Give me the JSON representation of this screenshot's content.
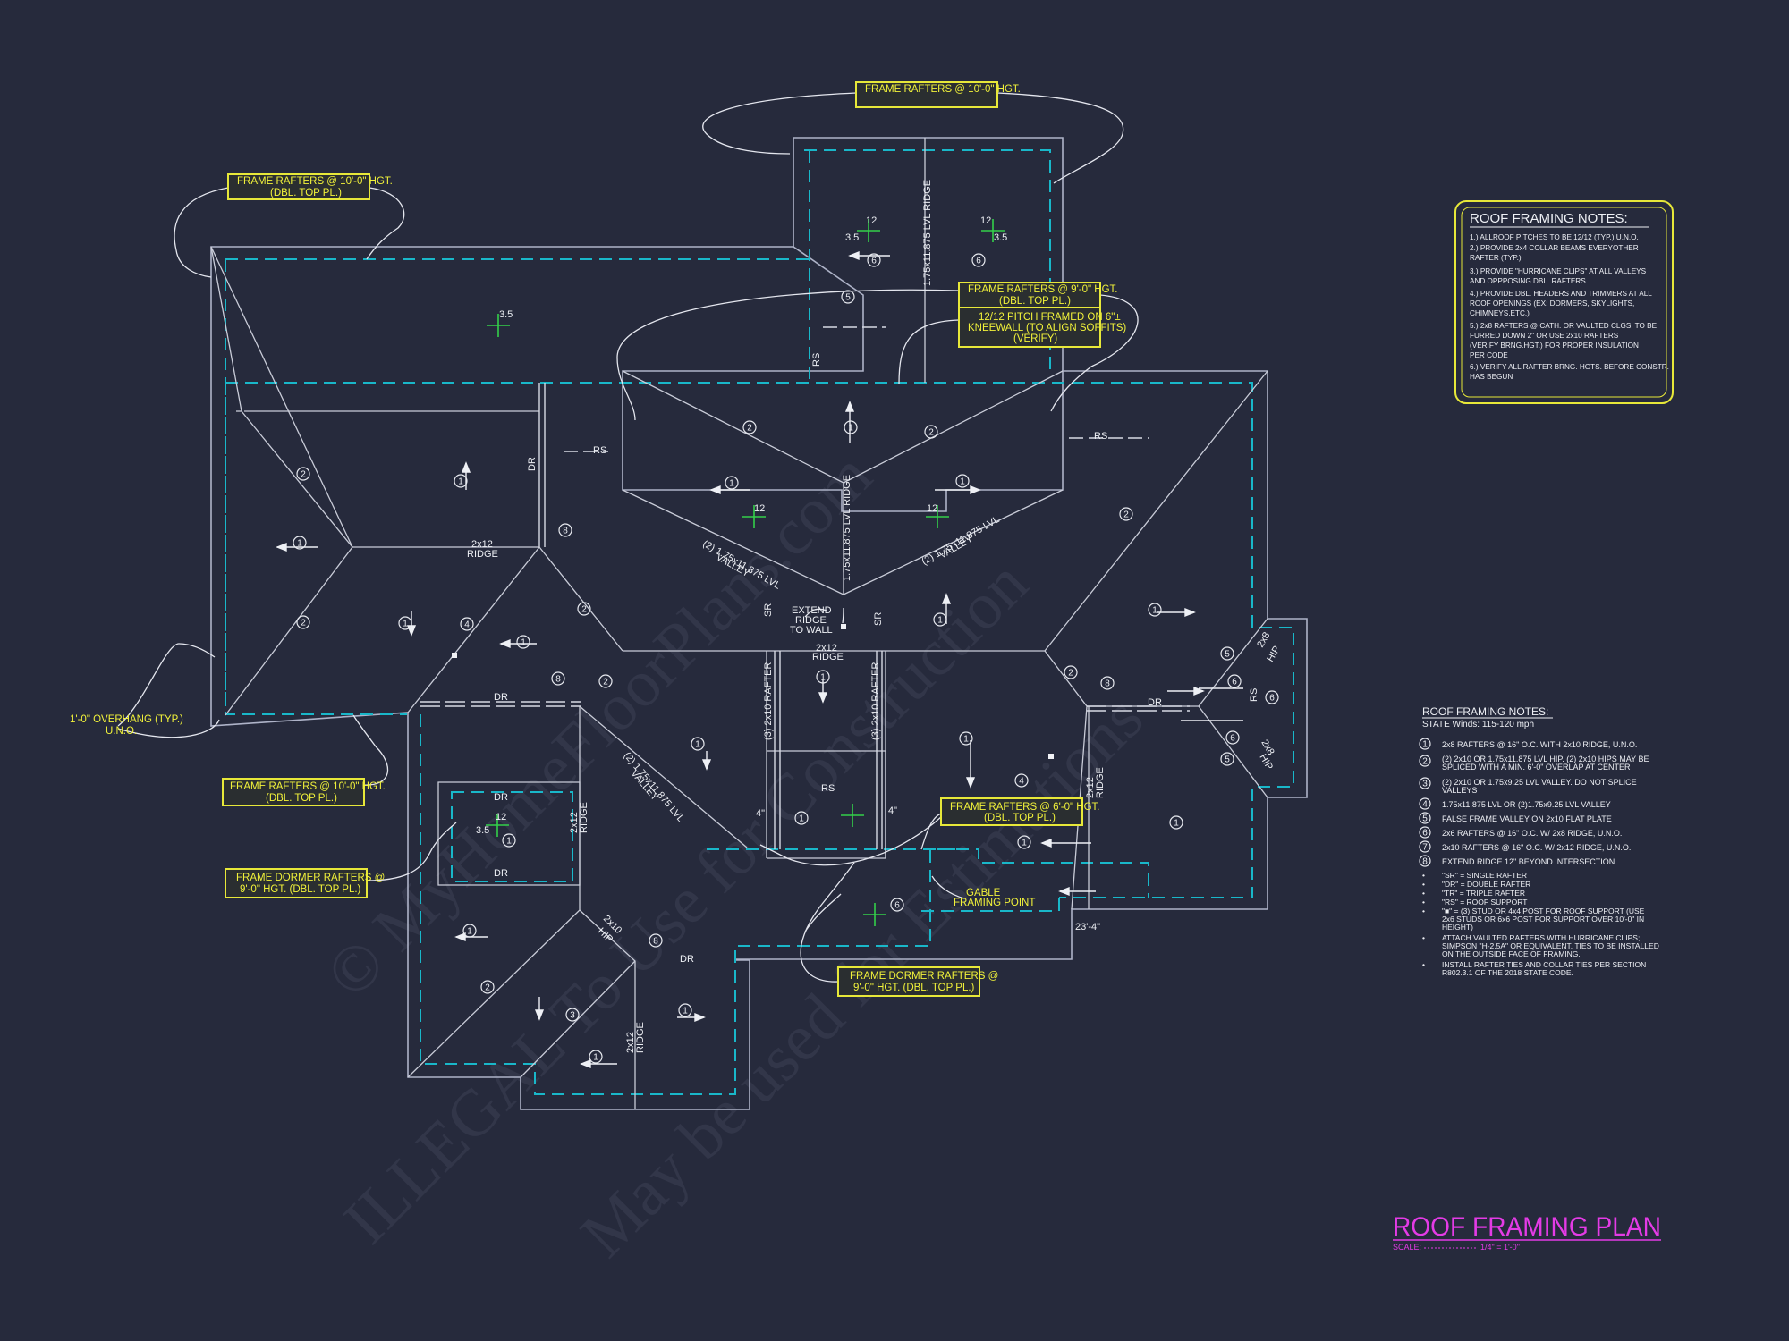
{
  "title": "ROOF FRAMING PLAN",
  "scale_label": "SCALE:",
  "scale_value": "1/4\" = 1'-0\"",
  "watermarks": [
    "© MyHomeFloorPlans.com",
    "ILLEGAL To Use for Construction",
    "May be used for Estimations"
  ],
  "callouts": {
    "top_center": [
      "FRAME RAFTERS @ 10'-0\" HGT."
    ],
    "top_left": [
      "FRAME RAFTERS @ 10'-0\" HGT.",
      "(DBL. TOP PL.)"
    ],
    "center_upper": [
      "FRAME RAFTERS @ 9'-0\" HGT.",
      "(DBL. TOP PL.)"
    ],
    "kneewall": [
      "12/12 PITCH FRAMED ON 6\"±",
      "KNEEWALL (TO ALIGN SOFFITS)",
      "(VERIFY)"
    ],
    "overhang": [
      "1'-0\" OVERHANG (TYP.)",
      "U.N.O."
    ],
    "left_mid": [
      "FRAME RAFTERS @ 10'-0\" HGT.",
      "(DBL. TOP PL.)"
    ],
    "dormer_left": [
      "FRAME DORMER RAFTERS @",
      "9'-0\" HGT. (DBL. TOP PL.)"
    ],
    "center_lower": [
      "FRAME RAFTERS @ 6'-0\" HGT.",
      "(DBL. TOP PL.)"
    ],
    "dormer_bottom": [
      "FRAME DORMER RAFTERS @",
      "9'-0\" HGT. (DBL. TOP PL.)"
    ],
    "gable": [
      "GABLE",
      "FRAMING POINT"
    ],
    "extend_ridge": [
      "EXTEND",
      "RIDGE",
      "TO WALL"
    ]
  },
  "notes_box": {
    "title": "ROOF FRAMING NOTES:",
    "lines": [
      "1.) ALLROOF PITCHES TO BE 12/12 (TYP.) U.N.O.",
      "2.) PROVIDE 2x4 COLLAR BEAMS EVERYOTHER",
      "    RAFTER (TYP.)",
      "3.) PROVIDE \"HURRICANE CLIPS\" AT ALL VALLEYS",
      "    AND OPPPOSING DBL. RAFTERS",
      "4.) PROVIDE DBL. HEADERS AND TRIMMERS AT ALL",
      "    ROOF OPENINGS (EX: DORMERS, SKYLIGHTS,",
      "    CHIMNEYS,ETC.)",
      "5.) 2x8 RAFTERS @ CATH. OR VAULTED CLGS. TO BE",
      "    FURRED DOWN 2\" OR USE 2x10 RAFTERS",
      "    (VERIFY BRNG.HGT.) FOR PROPER INSULATION",
      "    PER CODE",
      "6.) VERIFY ALL RAFTER BRNG. HGTS. BEFORE CONSTR.",
      "    HAS BEGUN"
    ]
  },
  "legend": {
    "title": "ROOF FRAMING NOTES:",
    "subtitle": "STATE Winds: 115-120 mph",
    "items": [
      {
        "num": "1",
        "text": [
          "2x8 RAFTERS @ 16\" O.C. WITH 2x10 RIDGE, U.N.O."
        ]
      },
      {
        "num": "2",
        "text": [
          "(2) 2x10 OR 1.75x11.875 LVL HIP. (2) 2x10 HIPS MAY BE",
          "SPLICED WITH A MIN. 6'-0\" OVERLAP AT CENTER"
        ]
      },
      {
        "num": "3",
        "text": [
          "(2) 2x10 OR 1.75x9.25 LVL VALLEY. DO NOT SPLICE",
          "VALLEYS"
        ]
      },
      {
        "num": "4",
        "text": [
          "1.75x11.875 LVL OR (2)1.75x9.25 LVL VALLEY"
        ]
      },
      {
        "num": "5",
        "text": [
          "FALSE FRAME VALLEY ON 2x10 FLAT PLATE"
        ]
      },
      {
        "num": "6",
        "text": [
          "2x6 RAFTERS @ 16\" O.C. W/ 2x8 RIDGE, U.N.O."
        ]
      },
      {
        "num": "7",
        "text": [
          "2x10 RAFTERS @ 16\" O.C. W/ 2x12 RIDGE, U.N.O."
        ]
      },
      {
        "num": "8",
        "text": [
          "EXTEND RIDGE 12\" BEYOND INTERSECTION"
        ]
      }
    ],
    "bullets": [
      [
        "\"SR\" = SINGLE RAFTER"
      ],
      [
        "\"DR\" = DOUBLE RAFTER"
      ],
      [
        "\"TR\" = TRIPLE RAFTER"
      ],
      [
        "\"RS\" = ROOF SUPPORT"
      ],
      [
        "\"■\" = (3) STUD OR 4x4 POST FOR ROOF SUPPORT (USE",
        "2x6 STUDS OR 6x6 POST FOR SUPPORT OVER 10'-0\" IN",
        "HEIGHT)"
      ],
      [
        "ATTACH VAULTED RAFTERS WITH HURRICANE CLIPS;",
        "SIMPSON \"H-2.5A\" OR EQUIVALENT. TIES TO BE INSTALLED",
        "ON THE OUTSIDE FACE OF FRAMING."
      ],
      [
        "INSTALL RAFTER TIES AND COLLAR TIES PER SECTION",
        "R802.3.1 OF THE 2018 STATE CODE."
      ]
    ]
  },
  "plan_labels": {
    "ridge_2x12": [
      "2x12",
      "RIDGE"
    ],
    "lvl_ridge": "1.75x11.875 LVL RIDGE",
    "lvl_valley": [
      "(2) 1.75x11.875 LVL",
      "VALLEY"
    ],
    "rs": "RS",
    "dr": "DR",
    "sr": "SR",
    "rafter_2x10": "(3) 2x10 RAFTER",
    "hip_2x8": [
      "2x8",
      "HIP"
    ],
    "hip_2x10": [
      "2x10",
      "HIP"
    ],
    "pitch_12": "12",
    "pitch_35": "3.5",
    "pitch_6": "6",
    "pitch_4": "4",
    "dim_23_4": "23'-4\"",
    "four_in": "4\""
  },
  "colors": {
    "background": "#262a3c",
    "walls": "#aeb3c8",
    "dashed": "#19b7c9",
    "callout": "#e7e839",
    "title": "#e43be6",
    "pitch_mark": "#33d04a"
  }
}
